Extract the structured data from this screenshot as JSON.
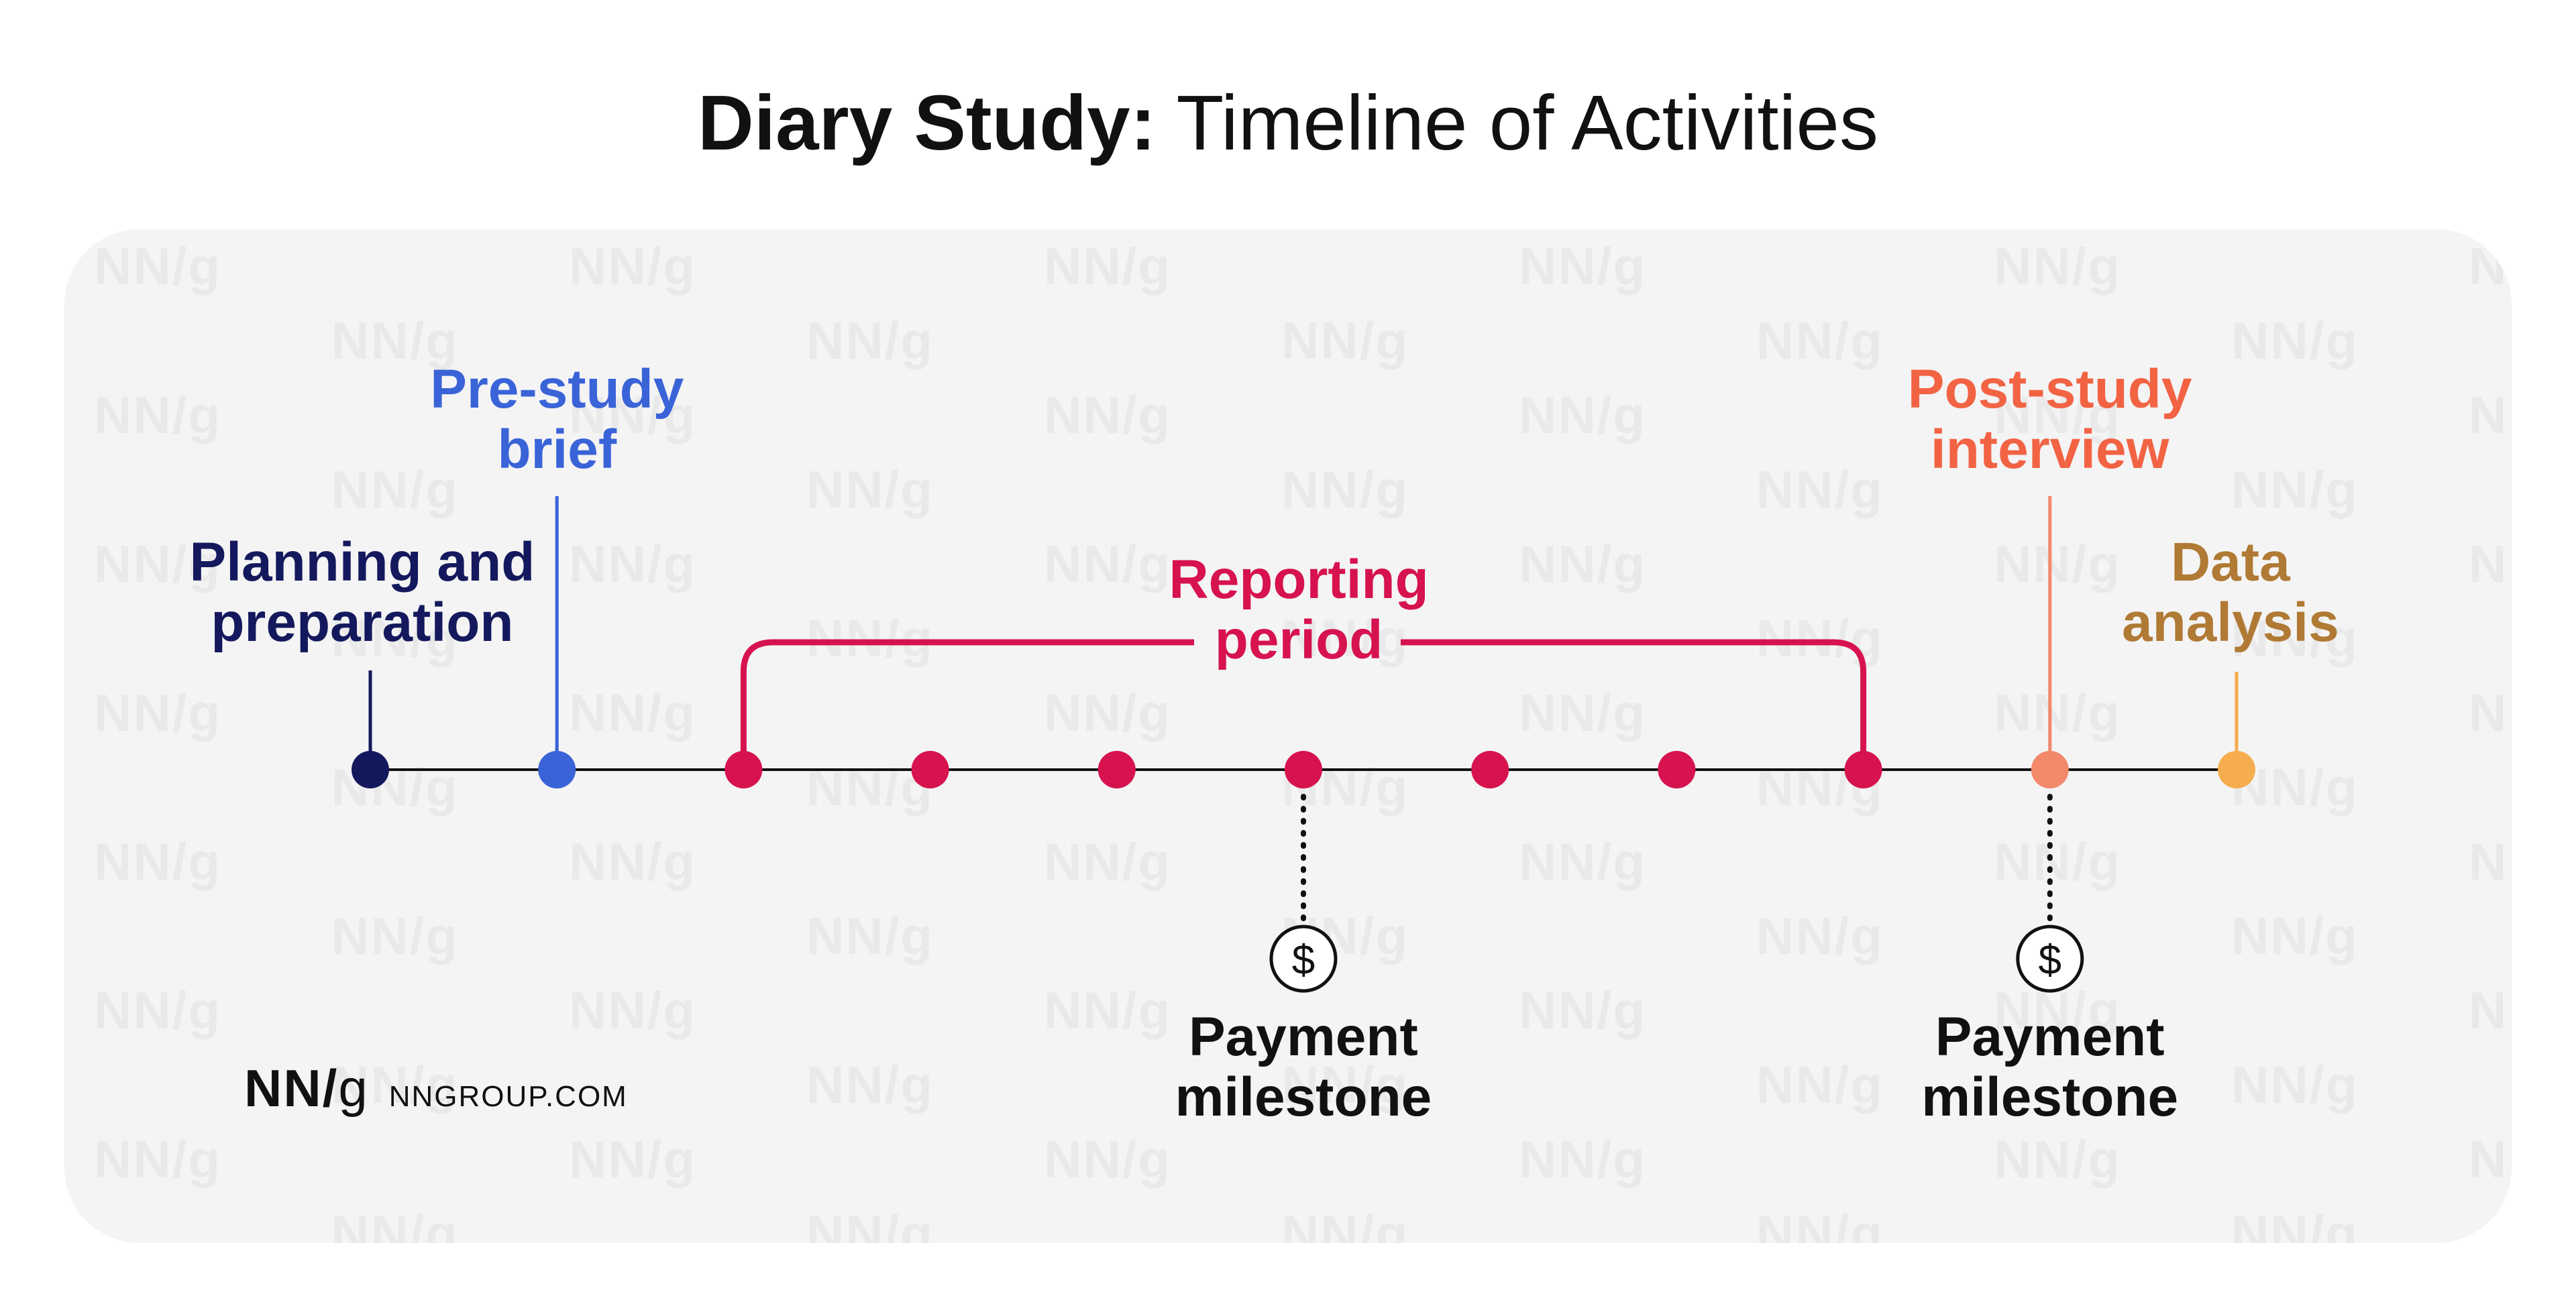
{
  "title": {
    "bold": "Diary Study:",
    "rest": "Timeline of Activities"
  },
  "watermark_text": "NN/g",
  "labels": {
    "planning": "Planning and\npreparation",
    "pre_study": "Pre-study\nbrief",
    "reporting": "Reporting\nperiod",
    "post_study": "Post-study\ninterview",
    "analysis": "Data\nanalysis",
    "payment_1": "Payment\nmilestone",
    "payment_2": "Payment\nmilestone"
  },
  "payment_symbol": "$",
  "logo": {
    "mark_nn": "NN/",
    "mark_g": "g",
    "site": "NNGROUP.COM"
  },
  "colors": {
    "planning": "#14195e",
    "pre_study": "#3a63d8",
    "reporting": "#d6124f",
    "post_study": "#f26344",
    "post_study_line": "#f2896b",
    "analysis": "#b07a35",
    "analysis_dot": "#f5ad4f",
    "axis": "#111111",
    "panel": "#f4f4f4"
  },
  "timeline": {
    "points": 11,
    "planning_index": 0,
    "pre_study_index": 1,
    "reporting_range": [
      2,
      8
    ],
    "post_study_index": 9,
    "analysis_index": 10,
    "payment_indices": [
      5,
      9
    ]
  }
}
